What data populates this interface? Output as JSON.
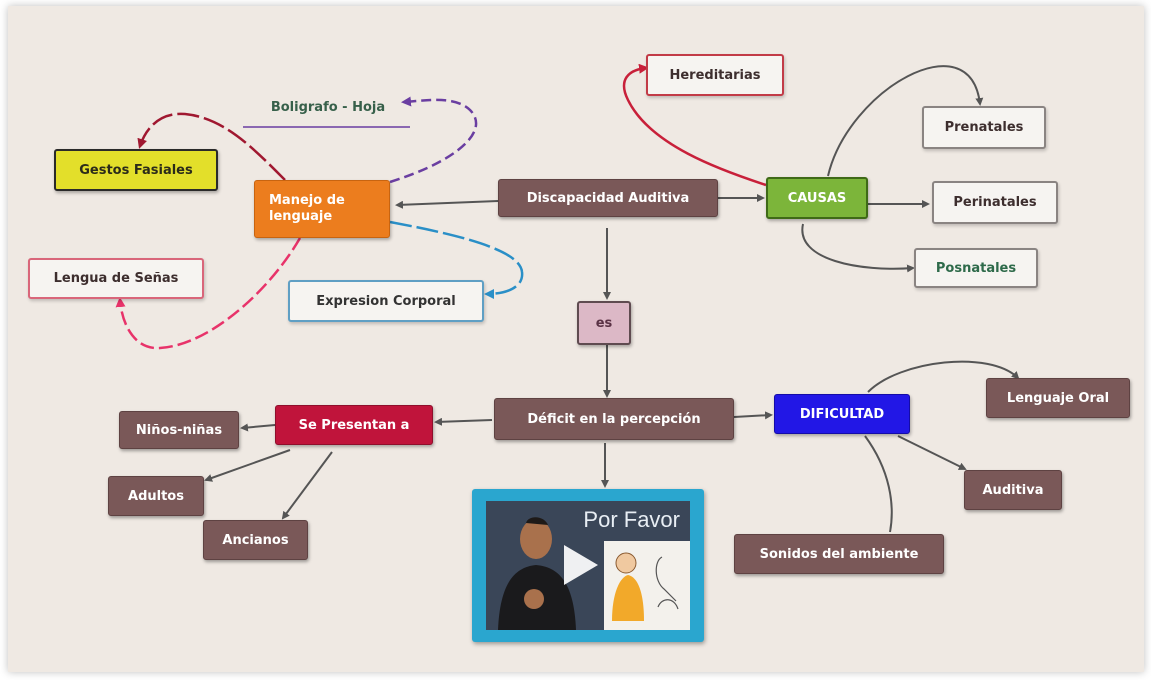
{
  "diagram": {
    "nodes": {
      "discapacidad": "Discapacidad Auditiva",
      "causas": "CAUSAS",
      "hereditarias": "Hereditarias",
      "prenatales": "Prenatales",
      "perinatales": "Perinatales",
      "posnatales": "Posnatales",
      "manejo": "Manejo de lenguaje",
      "boligrafo": "Boligrafo - Hoja",
      "gestos": "Gestos Fasiales",
      "lengua_senas": "Lengua de Señas",
      "expresion": "Expresion Corporal",
      "es": "es",
      "deficit": "Déficit  en la percepción",
      "se_presentan": "Se Presentan a",
      "ninos": "Niños-niñas",
      "adultos": "Adultos",
      "ancianos": "Ancianos",
      "dificultad": "DIFICULTAD",
      "lenguaje_oral": "Lenguaje Oral",
      "auditiva": "Auditiva",
      "sonidos": "Sonidos del ambiente"
    },
    "video": {
      "title": "Por Favor",
      "frame_color": "#2aa6cf"
    },
    "colors": {
      "dark_node": "#7a5858",
      "orange_node": "#ec7d1e",
      "green_node": "#7cb53a",
      "crimson_node": "#c0143b",
      "blue_node": "#2217e6",
      "yellow_node": "#e3df2a",
      "pink_node": "#dcb8c6",
      "background": "#efe9e3"
    }
  }
}
